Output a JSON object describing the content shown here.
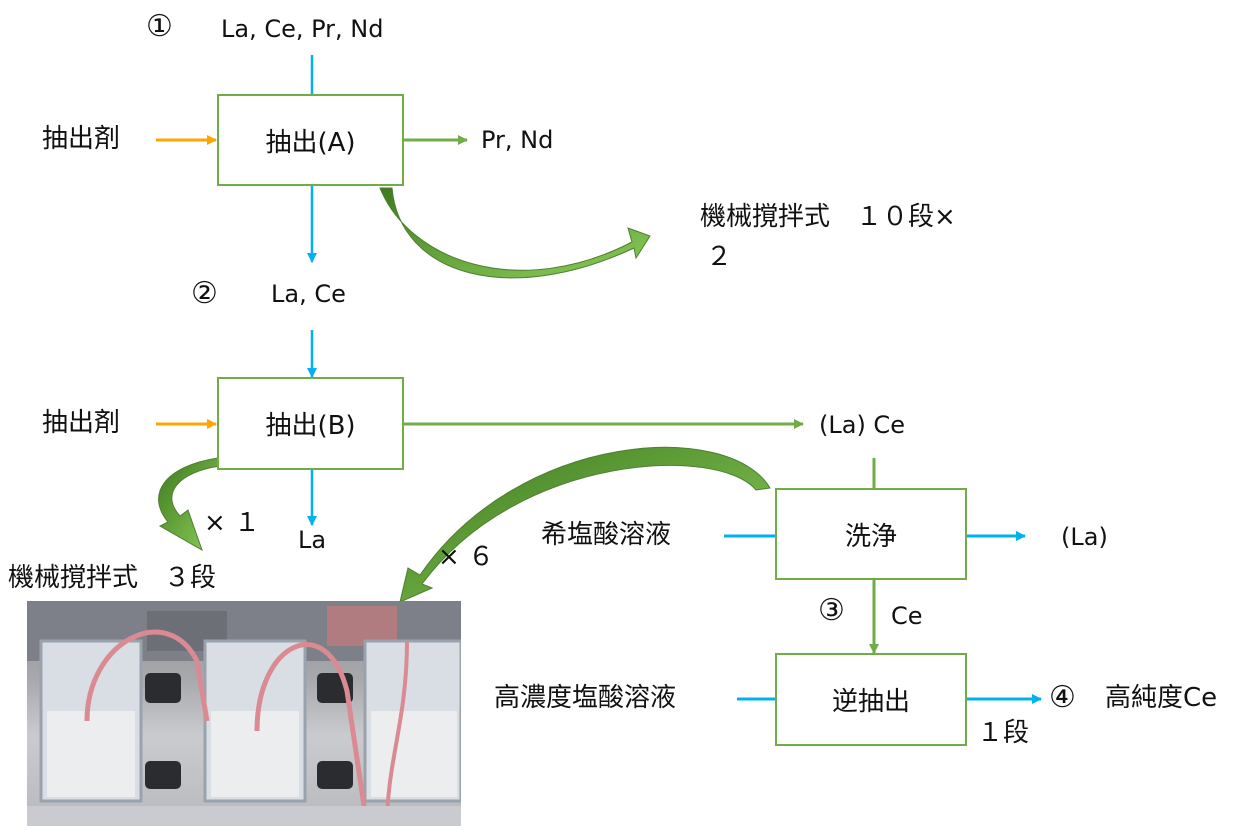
{
  "labels": {
    "step1_marker": "①",
    "feed_top": "La, Ce, Pr, Nd",
    "extractant_a": "抽出剤",
    "box_a": "抽出(A)",
    "out_a": "Pr, Nd",
    "note_a_line1": "機械撹拌式　１０段×",
    "note_a_line2": "２",
    "step2_marker": "②",
    "mid_feed": "La, Ce",
    "extractant_b": "抽出剤",
    "box_b": "抽出(B)",
    "out_b": "(La) Ce",
    "raffinate_b": "La",
    "times_1": "× １",
    "times_6": "× ６",
    "note_b": "機械撹拌式　３段",
    "wash_in": "希塩酸溶液",
    "box_wash": "洗浄",
    "wash_out": "(La)",
    "step3_marker": "③",
    "ce_label": "Ce",
    "strip_in": "高濃度塩酸溶液",
    "box_strip": "逆抽出",
    "stages_strip": "１段",
    "step4_marker": "④",
    "product": "高純度Ce"
  },
  "colors": {
    "blue_arrow": "#00b0f0",
    "orange_arrow": "#ffa500",
    "green_arrow": "#70ad47",
    "curved_arrow": "#5b9a3a",
    "box_border": "#70ad47"
  }
}
